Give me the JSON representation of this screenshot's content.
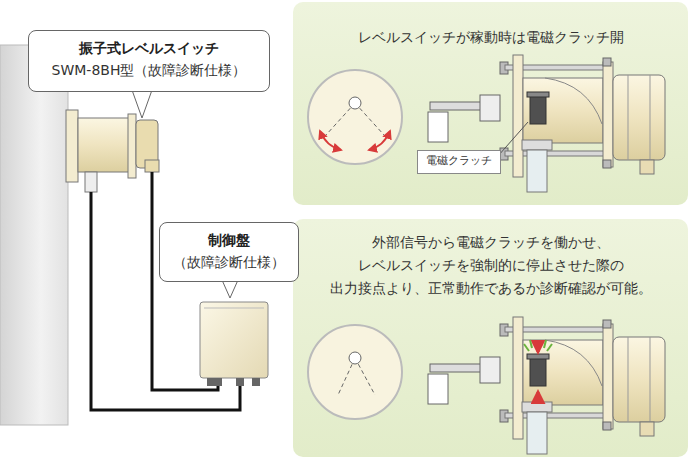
{
  "diagram": {
    "nodes": [
      {
        "text": [
          "振子式レベルスイッチ",
          "SWM-8BH型（故障診断仕様）"
        ]
      },
      {
        "text": [
          "制御盤",
          "（故障診断仕様）"
        ]
      },
      {
        "text": [
          "レベルスイッチが稼動時は電磁クラッチ開"
        ]
      },
      {
        "text": [
          "外部信号から電磁クラッチを働かせ、 レベルスイッチを強制的に停止させた際の 出力接点より、正常動作であるか診断確認が可能。"
        ]
      },
      {
        "text": [
          "電磁クラッチ"
        ],
        "in": 2
      }
    ]
  }
}
